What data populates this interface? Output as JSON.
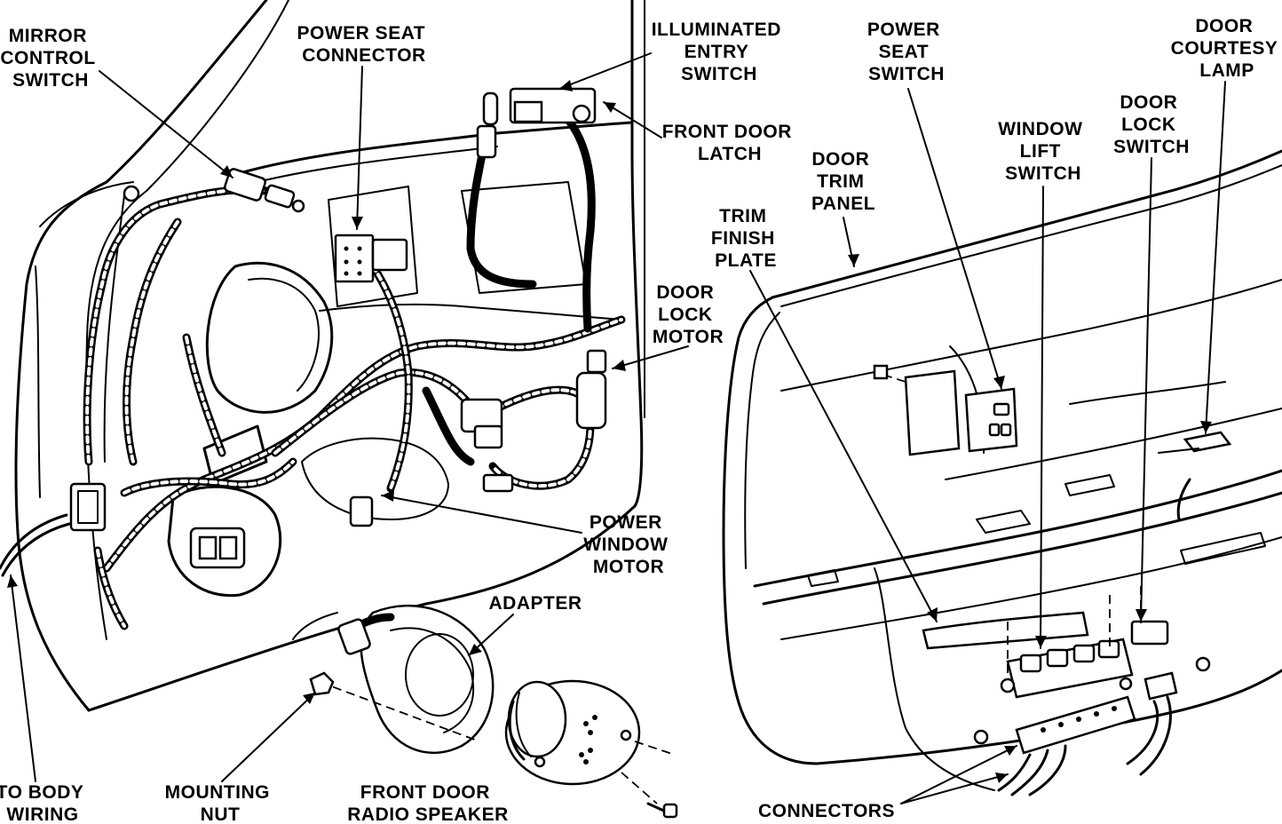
{
  "labels": {
    "mirror_control_switch": [
      "MIRROR",
      "CONTROL",
      "SWITCH"
    ],
    "power_seat_connector": [
      "POWER SEAT",
      "CONNECTOR"
    ],
    "illuminated_entry_switch": [
      "ILLUMINATED",
      "ENTRY",
      "SWITCH"
    ],
    "front_door_latch": [
      "FRONT DOOR",
      "LATCH"
    ],
    "power_seat_switch": [
      "POWER",
      "SEAT",
      "SWITCH"
    ],
    "door_courtesy_lamp": [
      "DOOR",
      "COURTESY",
      "LAMP"
    ],
    "window_lift_switch": [
      "WINDOW",
      "LIFT",
      "SWITCH"
    ],
    "door_lock_switch": [
      "DOOR",
      "LOCK",
      "SWITCH"
    ],
    "door_trim_panel": [
      "DOOR",
      "TRIM",
      "PANEL"
    ],
    "trim_finish_plate": [
      "TRIM",
      "FINISH",
      "PLATE"
    ],
    "door_lock_motor": [
      "DOOR",
      "LOCK",
      "MOTOR"
    ],
    "power_window_motor": [
      "POWER",
      "WINDOW",
      "MOTOR"
    ],
    "adapter": [
      "ADAPTER"
    ],
    "to_body_wiring": [
      "TO BODY",
      "WIRING"
    ],
    "mounting_nut": [
      "MOUNTING",
      "NUT"
    ],
    "front_door_radio_speaker": [
      "FRONT DOOR",
      "RADIO SPEAKER"
    ],
    "connectors": [
      "CONNECTORS"
    ]
  }
}
